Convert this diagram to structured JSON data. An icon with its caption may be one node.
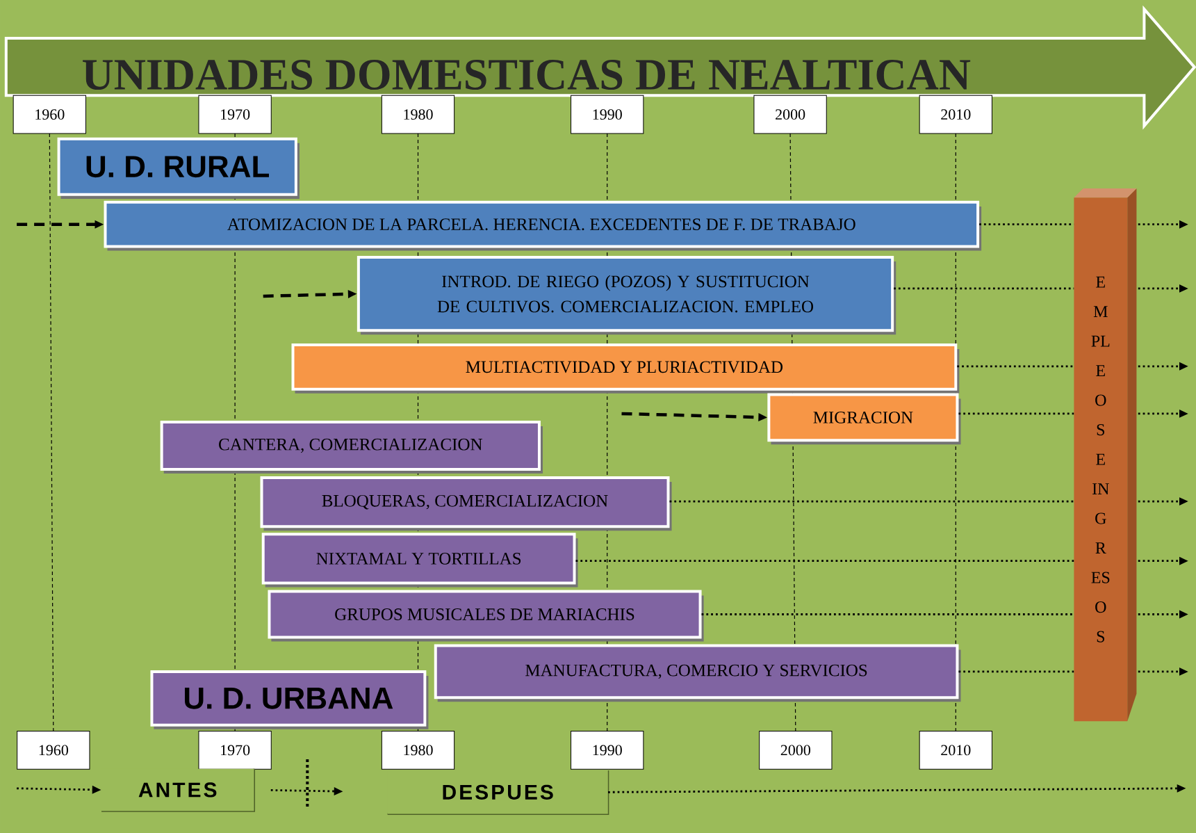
{
  "diagram": {
    "title": "UNIDADES DOMESTICAS DE NEALTICAN",
    "nodes": [
      {
        "text": [
          "1960"
        ]
      },
      {
        "text": [
          "1970"
        ]
      },
      {
        "text": [
          "1980"
        ]
      },
      {
        "text": [
          "1990"
        ]
      },
      {
        "text": [
          "2000"
        ]
      },
      {
        "text": [
          "2010"
        ]
      },
      {
        "text": [
          "U. D. RURAL"
        ]
      },
      {
        "text": [
          "ATOMIZACION DE LA PARCELA. HERENCIA. EXCEDENTES DE F. DE TRABAJO"
        ]
      },
      {
        "text": [
          "INTROD. DE RIEGO (POZOS) Y SUSTITUCION DE CULTIVOS. COMERCIALIZACION. EMPLEO"
        ]
      },
      {
        "text": [
          "MULTIACTIVIDAD Y PLURIACTIVIDAD"
        ]
      },
      {
        "text": [
          "MIGRACION"
        ]
      },
      {
        "text": [
          "CANTERA, COMERCIALIZACION"
        ]
      },
      {
        "text": [
          "BLOQUERAS, COMERCIALIZACION"
        ]
      },
      {
        "text": [
          "NIXTAMAL Y TORTILLAS"
        ]
      },
      {
        "text": [
          "GRUPOS MUSICALES DE MARIACHIS"
        ]
      },
      {
        "text": [
          "MANUFACTURA, COMERCIO Y SERVICIOS"
        ]
      },
      {
        "text": [
          "U. D. URBANA"
        ]
      },
      {
        "text": [
          "EMPLEOS E INGRESOS"
        ]
      },
      {
        "text": [
          "1960"
        ]
      },
      {
        "text": [
          "1970"
        ]
      },
      {
        "text": [
          "1980"
        ]
      },
      {
        "text": [
          "1990"
        ]
      },
      {
        "text": [
          "2000"
        ]
      },
      {
        "text": [
          "2010"
        ]
      },
      {
        "text": [
          "ANTES"
        ]
      },
      {
        "text": [
          "DESPUES"
        ]
      }
    ],
    "edges": [
      {
        "from": null,
        "to": 7,
        "arrow": "to",
        "style": "dashed"
      },
      {
        "from": 7,
        "to": 17,
        "arrow": "none"
      },
      {
        "from": 17,
        "to": null,
        "arrow": "to"
      },
      {
        "from": null,
        "to": 8,
        "arrow": "to",
        "style": "dashed"
      },
      {
        "from": 8,
        "to": 17,
        "arrow": "none"
      },
      {
        "from": 17,
        "to": null,
        "arrow": "to"
      },
      {
        "from": 9,
        "to": 17,
        "arrow": "none"
      },
      {
        "from": 17,
        "to": null,
        "arrow": "to"
      },
      {
        "from": null,
        "to": 10,
        "arrow": "to",
        "style": "dashed"
      },
      {
        "from": 10,
        "to": 17,
        "arrow": "none"
      },
      {
        "from": 17,
        "to": null,
        "arrow": "to"
      },
      {
        "from": 12,
        "to": 17,
        "arrow": "none"
      },
      {
        "from": 17,
        "to": null,
        "arrow": "to"
      },
      {
        "from": 13,
        "to": 17,
        "arrow": "none"
      },
      {
        "from": 17,
        "to": null,
        "arrow": "to"
      },
      {
        "from": 14,
        "to": 17,
        "arrow": "none"
      },
      {
        "from": 17,
        "to": null,
        "arrow": "to"
      },
      {
        "from": 15,
        "to": 17,
        "arrow": "none"
      },
      {
        "from": 17,
        "to": null,
        "arrow": "to"
      },
      {
        "from": null,
        "to": 24,
        "arrow": "to"
      },
      {
        "from": 24,
        "to": 25,
        "arrow": "to"
      },
      {
        "from": 25,
        "to": null,
        "arrow": "to"
      }
    ]
  }
}
